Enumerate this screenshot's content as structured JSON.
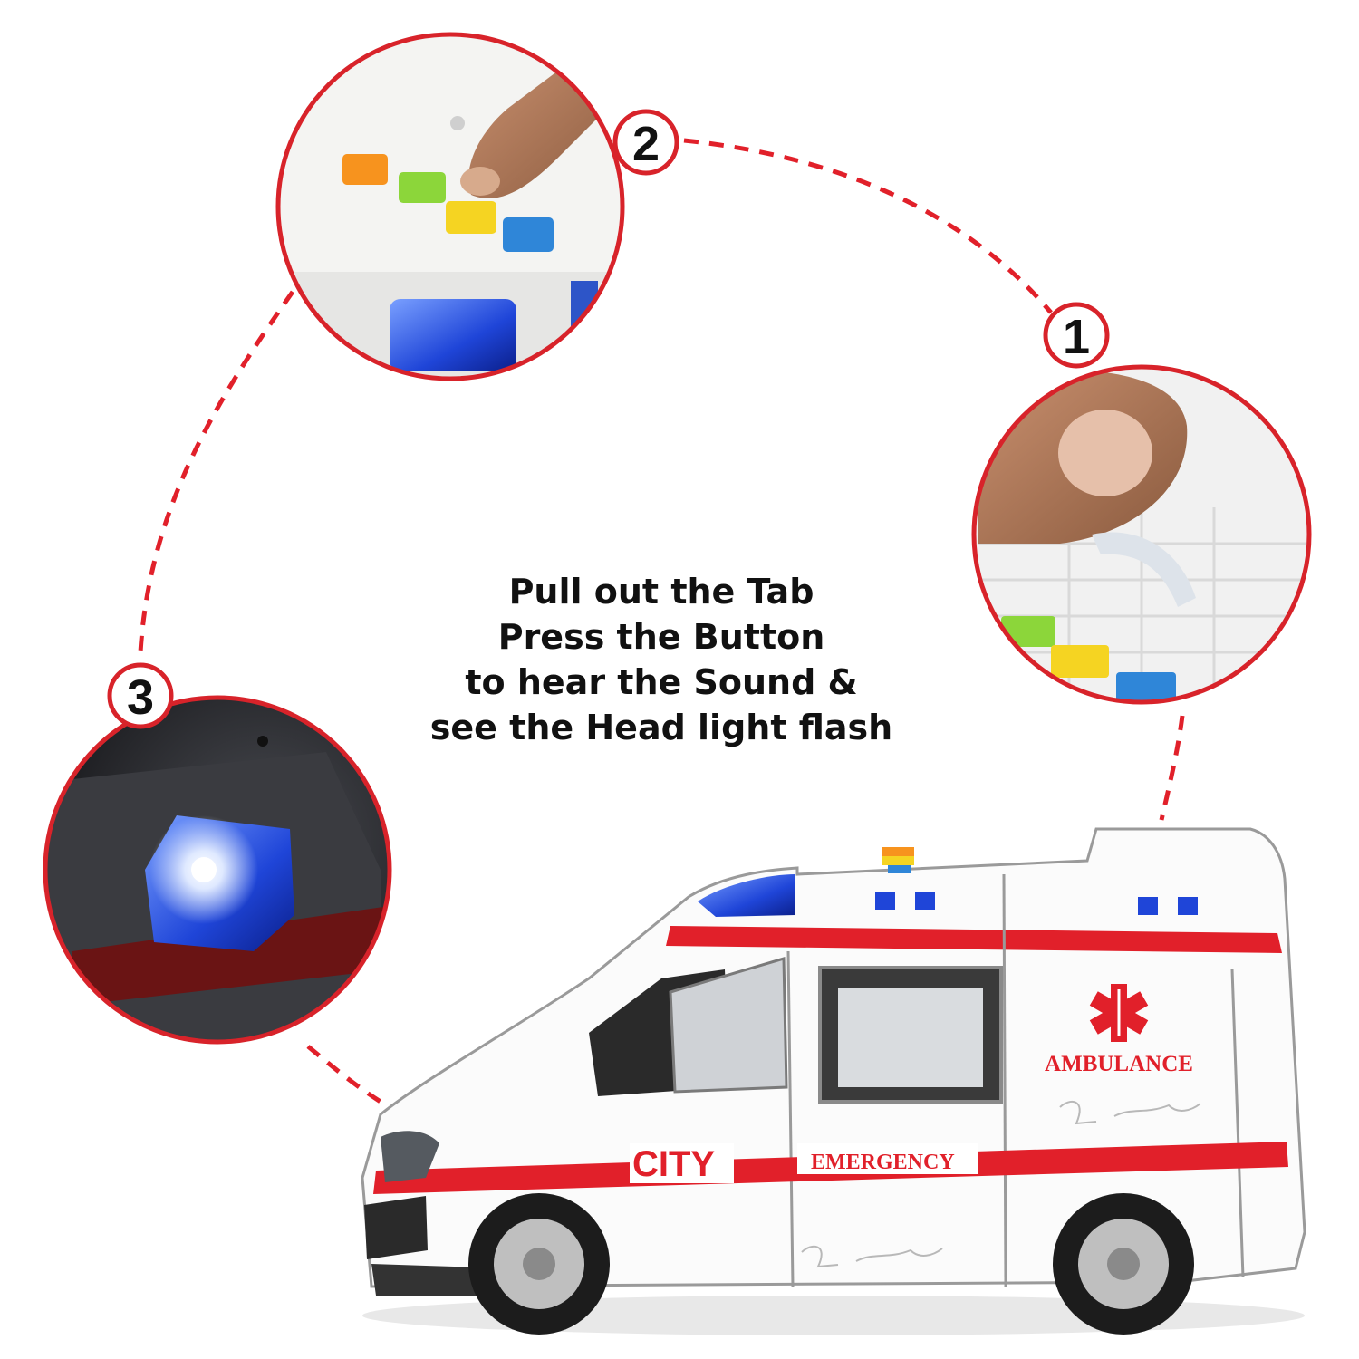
{
  "instructions": {
    "lines": [
      "Pull out the Tab",
      "Press the Button",
      "to hear the Sound &",
      "see the Head light flash"
    ]
  },
  "steps": [
    {
      "number": "1",
      "caption": "pull tab"
    },
    {
      "number": "2",
      "caption": "press button"
    },
    {
      "number": "3",
      "caption": "head light flash"
    }
  ],
  "vehicle": {
    "side_text": "CITY",
    "stripe_text": "EMERGENCY",
    "body_text": "AMBULANCE",
    "brand_signature": "Zest 4 Toyz"
  },
  "colors": {
    "accent_red": "#e1202a",
    "ring_border": "#d8232a",
    "button_orange": "#f7931e",
    "button_green": "#8cd63a",
    "button_yellow": "#f5d422",
    "button_blue": "#2f86d8",
    "siren_blue": "#2255dd"
  },
  "icons": {
    "button_panel": "sound-button-icon",
    "siren": "siren-light-icon",
    "star_of_life": "star-of-life-icon"
  }
}
